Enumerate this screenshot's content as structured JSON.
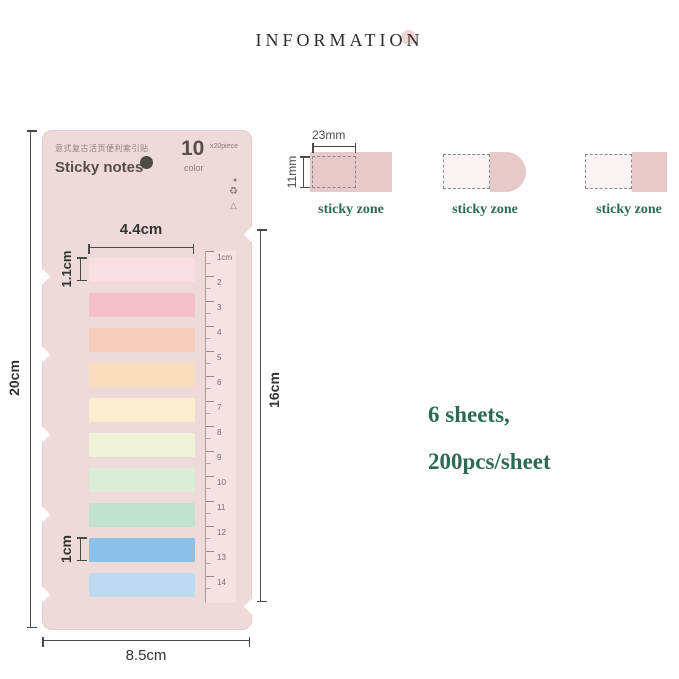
{
  "header": {
    "title": "INFORMATION"
  },
  "card": {
    "tagline": "意式复古活页便利索引贴",
    "product_name": "Sticky notes",
    "count": "10",
    "count_unit": "color",
    "piece_note": "x20piece",
    "icons": [
      {
        "name": "dot-icon",
        "glyph": "●"
      },
      {
        "name": "recycle-icon",
        "glyph": "♻"
      },
      {
        "name": "warning-icon",
        "glyph": "△"
      }
    ],
    "strips": [
      "#f9dee4",
      "#f2bfcb",
      "#f6ccba",
      "#f9ddbe",
      "#faeecf",
      "#eef2d6",
      "#daedd6",
      "#c0e2cf",
      "#8cc0e8",
      "#bcdaf0"
    ],
    "ruler_marks": [
      "1cm",
      "2",
      "3",
      "4",
      "5",
      "6",
      "7",
      "8",
      "9",
      "10",
      "11",
      "12",
      "13",
      "14"
    ]
  },
  "dimensions": {
    "strip_width": "4.4cm",
    "first_strip_height": "1.1cm",
    "card_height": "20cm",
    "ruler_span": "16cm",
    "strip_height": "1cm",
    "card_width": "8.5cm"
  },
  "sticky_zones": {
    "width_label": "23mm",
    "height_label": "11mm",
    "zones": [
      {
        "label": "sticky zone"
      },
      {
        "label": "sticky zone"
      },
      {
        "label": "sticky zone"
      }
    ]
  },
  "info": {
    "line1": "6 sheets,",
    "line2": "200pcs/sheet"
  },
  "colors": {
    "card_bg": "#efdada",
    "zone_pink": "#e8c9c9",
    "accent_green": "#2d6a53",
    "title_dot": "#f1d3d3"
  }
}
